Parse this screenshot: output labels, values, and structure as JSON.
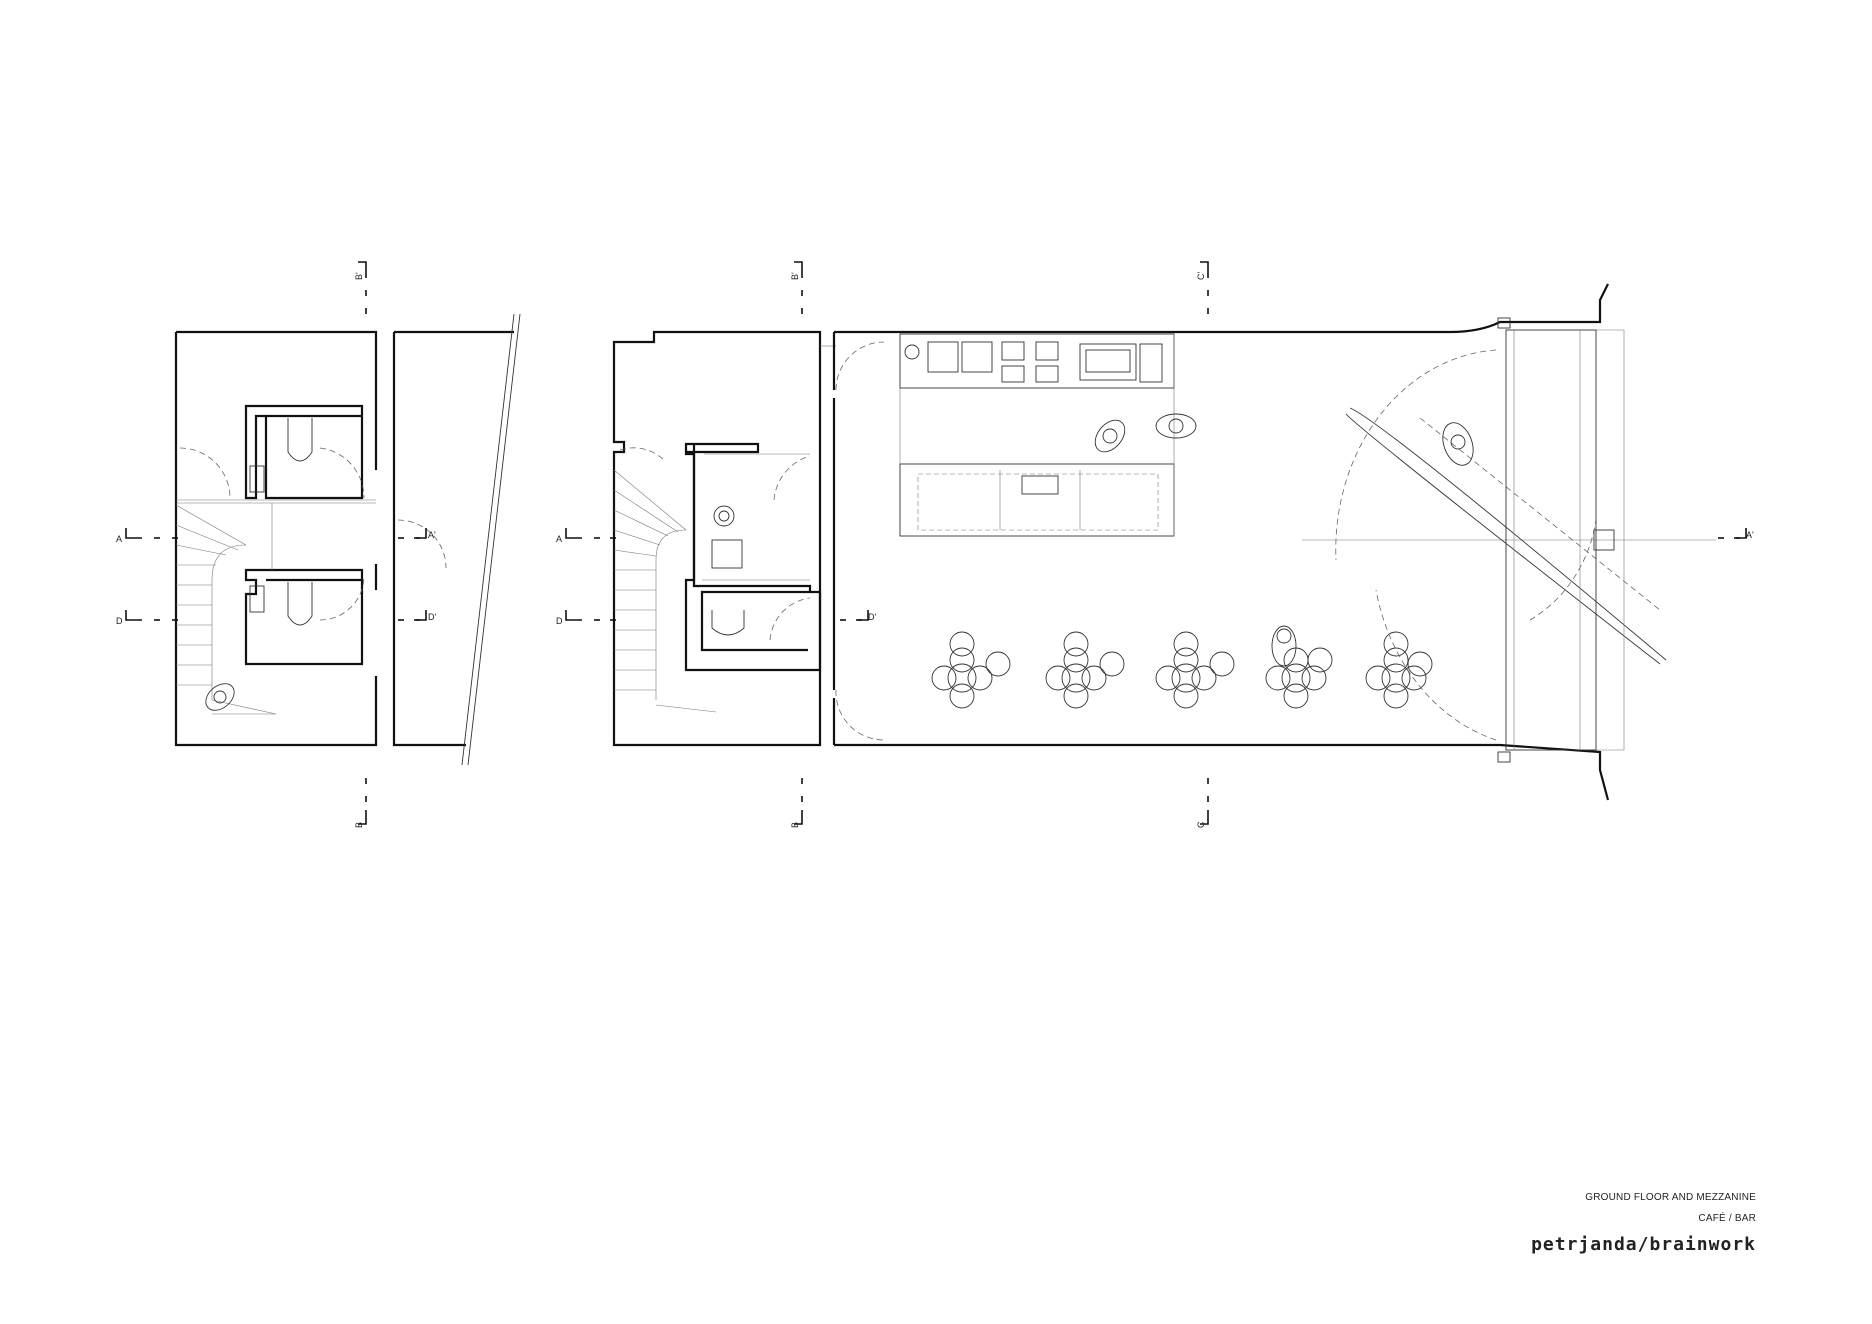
{
  "drawing": {
    "title": "GROUND FLOOR AND MEZZANINE",
    "subtitle": "CAFÉ / BAR",
    "brand": "petrjanda/brainwork"
  },
  "section_markers": {
    "a": "A",
    "a_prime": "A'",
    "b": "B",
    "b_prime": "B'",
    "c": "C",
    "c_prime": "C'",
    "d": "D",
    "d_prime": "D'"
  }
}
